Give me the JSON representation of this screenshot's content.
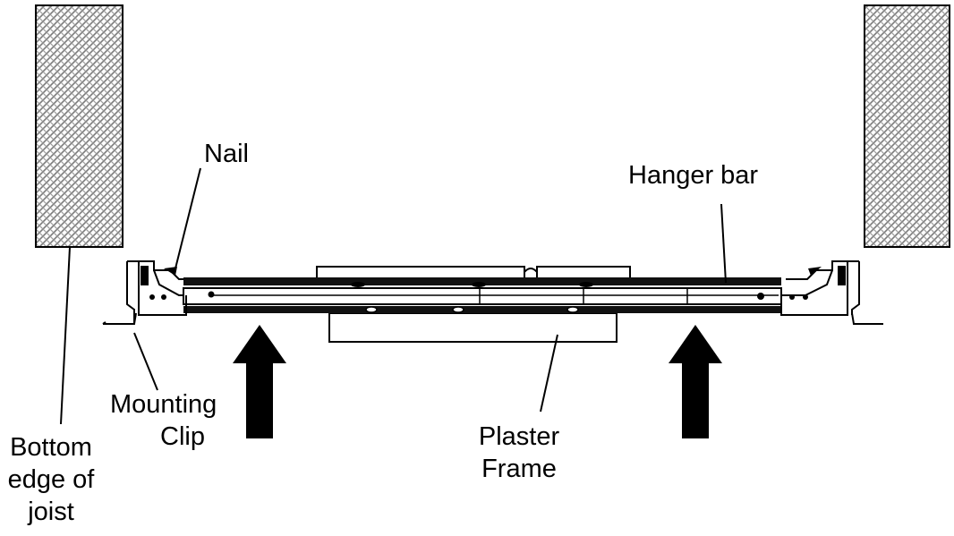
{
  "colors": {
    "ink": "#000000",
    "background": "#ffffff",
    "hatch": "#8a8a8a"
  },
  "labels": {
    "nail": "Nail",
    "hanger_bar": "Hanger bar",
    "mounting_clip": [
      "Mounting",
      "Clip"
    ],
    "plaster_frame": [
      "Plaster",
      "Frame"
    ],
    "joist_edge": [
      "Bottom",
      "edge of",
      "joist"
    ]
  }
}
